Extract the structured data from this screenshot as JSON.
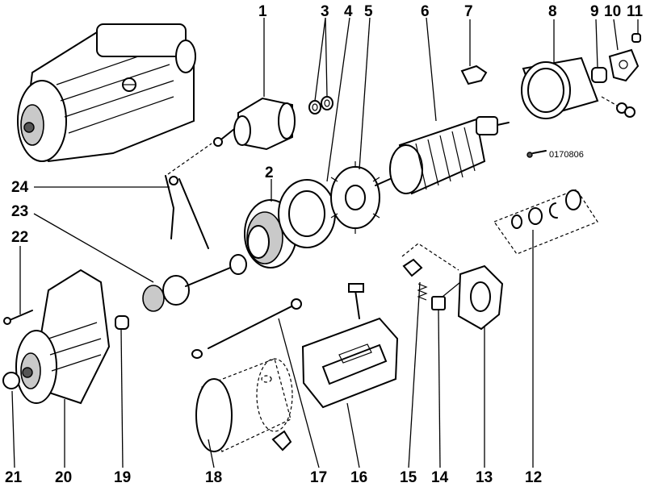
{
  "drawing_code": "0170806",
  "callouts": [
    "1",
    "2",
    "3",
    "4",
    "5",
    "6",
    "7",
    "8",
    "9",
    "10",
    "11",
    "12",
    "13",
    "14",
    "15",
    "16",
    "17",
    "18",
    "19",
    "20",
    "21",
    "22",
    "23",
    "24"
  ]
}
